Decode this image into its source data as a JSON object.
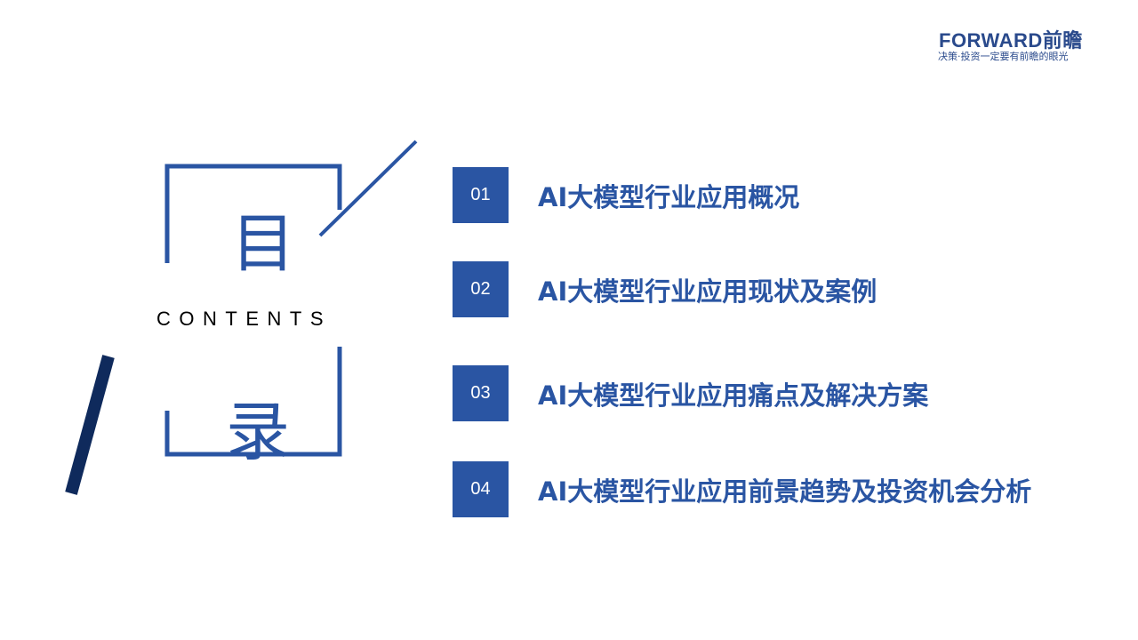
{
  "logo": {
    "brand": "FORWARD前瞻",
    "tagline": "决策·投资一定要有前瞻的眼光"
  },
  "contents": {
    "char_top": "目",
    "char_bottom": "录",
    "label": "CONTENTS"
  },
  "toc": {
    "items": [
      {
        "number": "01",
        "title": "AI大模型行业应用概况"
      },
      {
        "number": "02",
        "title": "AI大模型行业应用现状及案例"
      },
      {
        "number": "03",
        "title": "AI大模型行业应用痛点及解决方案"
      },
      {
        "number": "04",
        "title": "AI大模型行业应用前景趋势及投资机会分析"
      }
    ]
  },
  "colors": {
    "accent_blue": "#2a55a3",
    "dark_navy": "#0f2a5c",
    "logo_blue": "#2a4a8c"
  }
}
